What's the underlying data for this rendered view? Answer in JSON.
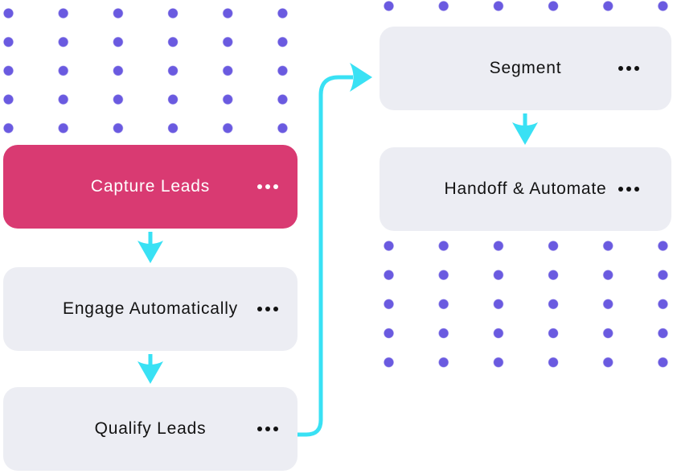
{
  "colors": {
    "background": "#ffffff",
    "dot_grid": "#6a5ae0",
    "primary_node": "#d93a72",
    "primary_node_text": "#ffffff",
    "node_bg": "#ecedf3",
    "node_text": "#121212",
    "connector": "#39e1f4"
  },
  "diagram": {
    "type": "flowchart",
    "nodes": [
      {
        "id": "capture-leads",
        "label": "Capture Leads",
        "variant": "primary",
        "menu_icon": "ellipsis-icon"
      },
      {
        "id": "engage-automatically",
        "label": "Engage Automatically",
        "variant": "default",
        "menu_icon": "ellipsis-icon"
      },
      {
        "id": "qualify-leads",
        "label": "Qualify Leads",
        "variant": "default",
        "menu_icon": "ellipsis-icon"
      },
      {
        "id": "segment",
        "label": "Segment",
        "variant": "default",
        "menu_icon": "ellipsis-icon"
      },
      {
        "id": "handoff-automate",
        "label": "Handoff & Automate",
        "variant": "default",
        "menu_icon": "ellipsis-icon"
      }
    ],
    "edges": [
      {
        "from": "capture-leads",
        "to": "engage-automatically",
        "style": "straight-down-arrow"
      },
      {
        "from": "engage-automatically",
        "to": "qualify-leads",
        "style": "straight-down-arrow"
      },
      {
        "from": "qualify-leads",
        "to": "segment",
        "style": "elbow-right-up-arrow"
      },
      {
        "from": "segment",
        "to": "handoff-automate",
        "style": "straight-down-arrow"
      }
    ]
  }
}
